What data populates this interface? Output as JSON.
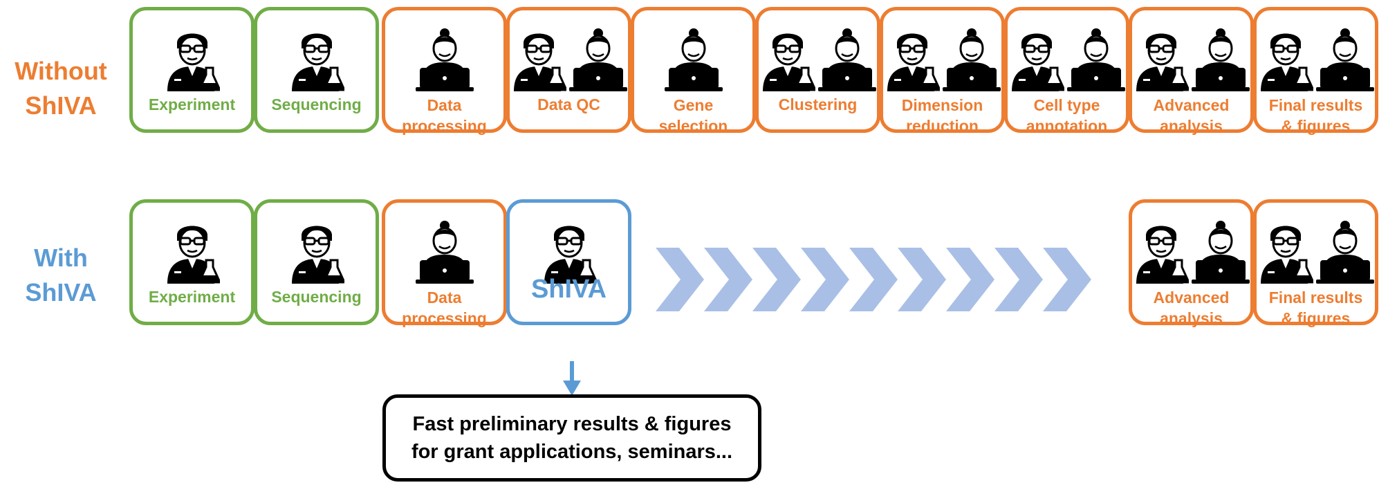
{
  "colors": {
    "green": "#70ad47",
    "orange": "#ed7d31",
    "blue": "#5b9bd5",
    "chevron": "#a9bfe6",
    "black": "#000000"
  },
  "rows": [
    {
      "id": "without",
      "label": [
        "Without",
        "ShIVA"
      ],
      "label_color": "orange",
      "steps": [
        {
          "name": "experiment",
          "label": [
            "Experiment"
          ],
          "color": "green",
          "icons": [
            "scientist-icon"
          ]
        },
        {
          "name": "sequencing",
          "label": [
            "Sequencing"
          ],
          "color": "green",
          "icons": [
            "scientist-icon"
          ]
        },
        {
          "name": "data-processing",
          "label": [
            "Data",
            "processing"
          ],
          "color": "orange",
          "icons": [
            "analyst-icon"
          ]
        },
        {
          "name": "data-qc",
          "label": [
            "Data QC"
          ],
          "color": "orange",
          "icons": [
            "scientist-icon",
            "analyst-icon"
          ]
        },
        {
          "name": "gene-selection",
          "label": [
            "Gene",
            "selection"
          ],
          "color": "orange",
          "icons": [
            "analyst-icon"
          ]
        },
        {
          "name": "clustering",
          "label": [
            "Clustering"
          ],
          "color": "orange",
          "icons": [
            "scientist-icon",
            "analyst-icon"
          ]
        },
        {
          "name": "dimension-reduction",
          "label": [
            "Dimension",
            "reduction"
          ],
          "color": "orange",
          "icons": [
            "scientist-icon",
            "analyst-icon"
          ]
        },
        {
          "name": "cell-type-annotation",
          "label": [
            "Cell type",
            "annotation"
          ],
          "color": "orange",
          "icons": [
            "scientist-icon",
            "analyst-icon"
          ]
        },
        {
          "name": "advanced-analysis",
          "label": [
            "Advanced",
            "analysis"
          ],
          "color": "orange",
          "icons": [
            "scientist-icon",
            "analyst-icon"
          ]
        },
        {
          "name": "final-results",
          "label": [
            "Final results",
            "& figures"
          ],
          "color": "orange",
          "icons": [
            "scientist-icon",
            "analyst-icon"
          ]
        }
      ]
    },
    {
      "id": "with",
      "label": [
        "With",
        "ShIVA"
      ],
      "label_color": "blue",
      "steps": [
        {
          "name": "experiment",
          "label": [
            "Experiment"
          ],
          "color": "green",
          "icons": [
            "scientist-icon"
          ]
        },
        {
          "name": "sequencing",
          "label": [
            "Sequencing"
          ],
          "color": "green",
          "icons": [
            "scientist-icon"
          ]
        },
        {
          "name": "data-processing",
          "label": [
            "Data",
            "processing"
          ],
          "color": "orange",
          "icons": [
            "analyst-icon"
          ]
        },
        {
          "name": "shiva",
          "label": [
            "ShIVA"
          ],
          "color": "blue",
          "icons": [
            "scientist-icon"
          ],
          "emphasis": true
        },
        {
          "name": "advanced-analysis",
          "label": [
            "Advanced",
            "analysis"
          ],
          "color": "orange",
          "icons": [
            "scientist-icon",
            "analyst-icon"
          ]
        },
        {
          "name": "final-results",
          "label": [
            "Final results",
            "& figures"
          ],
          "color": "orange",
          "icons": [
            "scientist-icon",
            "analyst-icon"
          ]
        }
      ]
    }
  ],
  "skip_arrow": {
    "chevron_count": 9
  },
  "callout": {
    "lines": [
      "Fast preliminary results & figures",
      "for  grant applications, seminars..."
    ]
  }
}
